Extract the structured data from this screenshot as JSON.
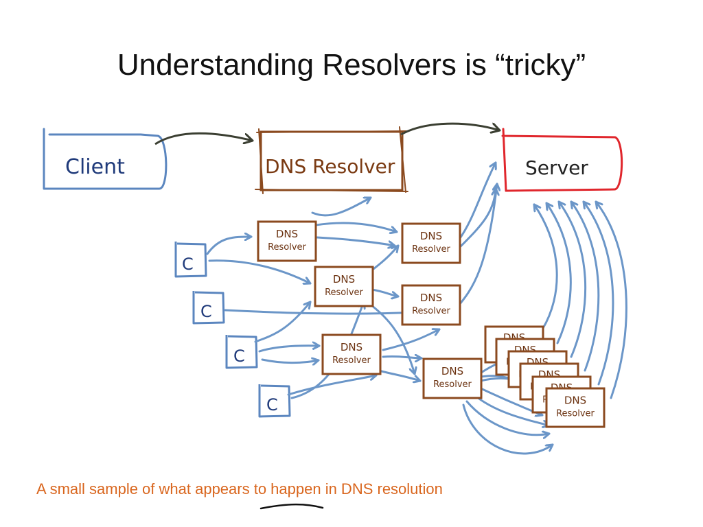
{
  "title": "Understanding Resolvers is “tricky”",
  "caption": "A small sample of what appears to happen in DNS resolution",
  "colors": {
    "client_stroke": "#5b86bf",
    "resolver_stroke": "#8b4a1f",
    "server_stroke": "#e0262c",
    "arrow_top": "#3b3f32",
    "arrow_blue": "#6b96c8",
    "caption": "#d9661e"
  },
  "diagram": {
    "client_label": "Client",
    "resolver_label": "DNS Resolver",
    "server_label": "Server",
    "small_client_label": "C",
    "small_resolver_line1": "DNS",
    "small_resolver_line2": "Resolver"
  }
}
